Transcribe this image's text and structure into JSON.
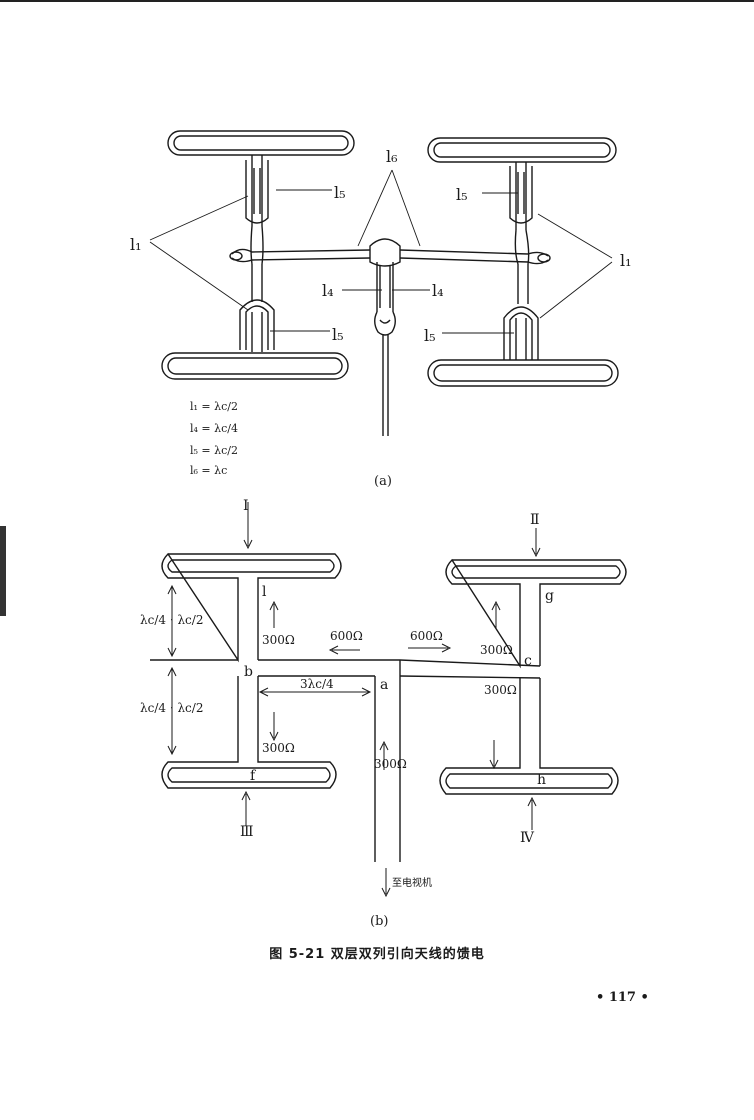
{
  "figure": {
    "caption": "图 5-21  双层双列引向天线的馈电",
    "page_number": "• 117 •"
  },
  "panel_a": {
    "sublabel": "(a)",
    "labels": {
      "l6": "l₆",
      "l5": "l₅",
      "l1": "l₁",
      "l4": "l₄"
    },
    "formulas": [
      "l₁ = λc/2",
      "l₄ = λc/4",
      "l₅ = λc/2",
      "l₆ = λc"
    ]
  },
  "panel_b": {
    "sublabel": "(b)",
    "roman": [
      "Ⅰ",
      "Ⅱ",
      "Ⅲ",
      "Ⅳ"
    ],
    "points": [
      "l",
      "b",
      "f",
      "a",
      "c",
      "g",
      "h"
    ],
    "impedances": {
      "i300_lu": "300Ω",
      "i600_l": "600Ω",
      "i600_r": "600Ω",
      "i300_ru": "300Ω",
      "i300_rd": "300Ω",
      "i300_ld": "300Ω",
      "i300_center": "300Ω"
    },
    "dims": {
      "upper_left": "λc/4 · λc/2",
      "lower_left": "λc/4 · λc/2",
      "center": "3λc/4"
    },
    "to_tv": "至电视机"
  }
}
